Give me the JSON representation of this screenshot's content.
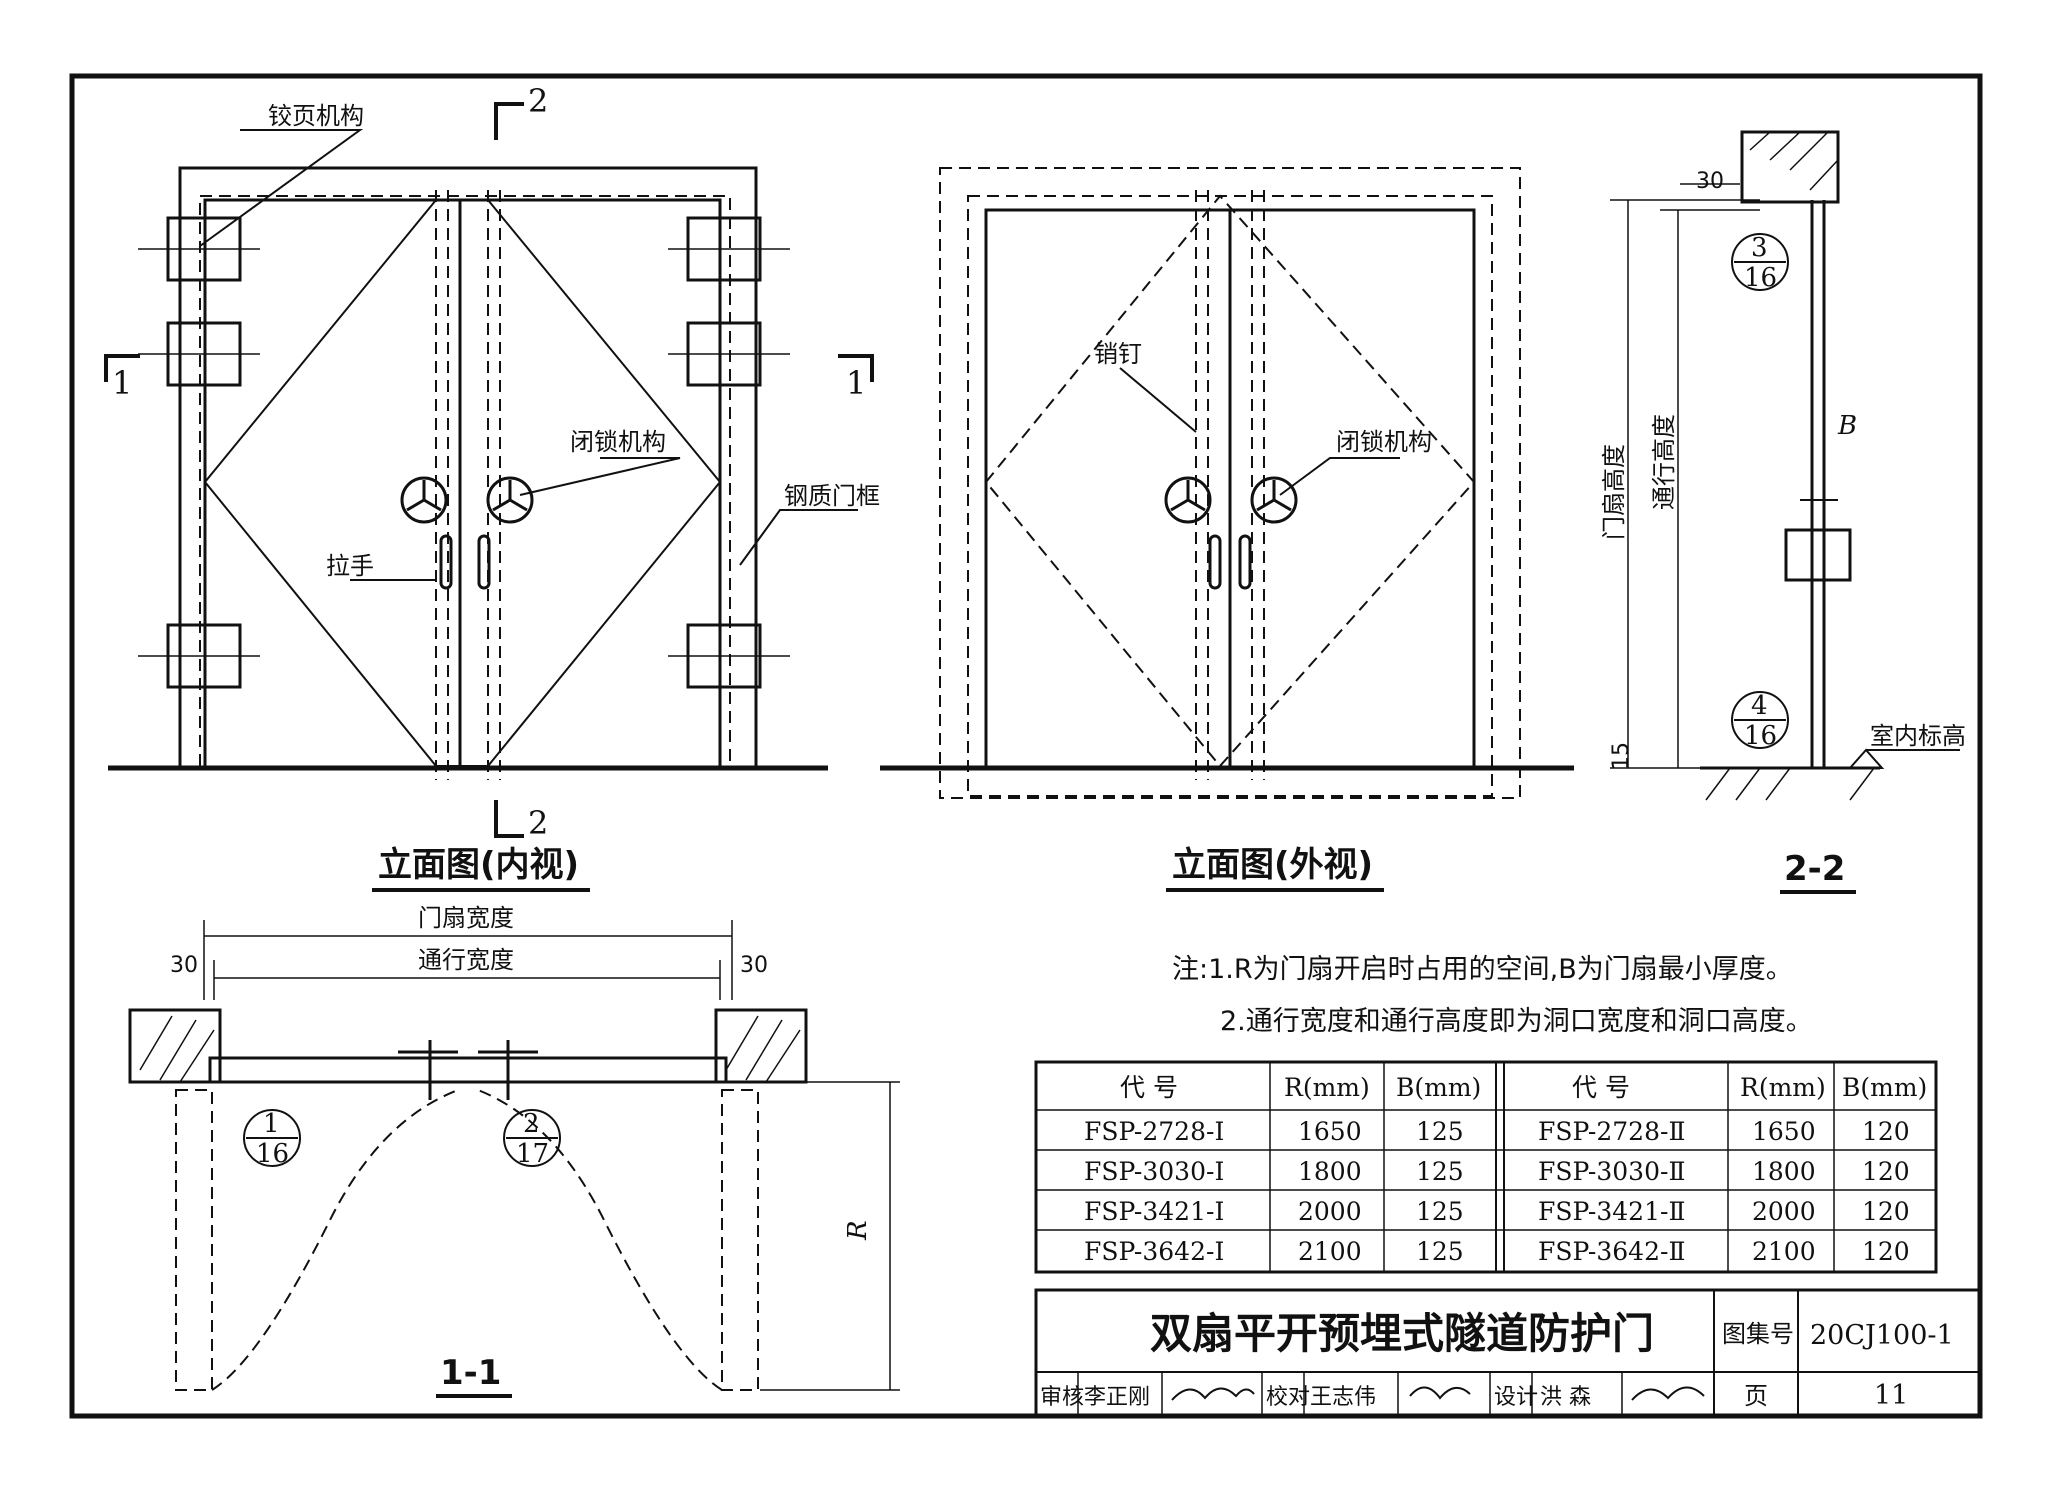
{
  "labels": {
    "hinge": "铰页机构",
    "lock_inner": "闭锁机构",
    "handle": "拉手",
    "frame": "钢质门框",
    "pin": "销钉",
    "lock_outer": "闭锁机构",
    "room_level": "室内标高",
    "leaf_height": "门扇高度",
    "pass_height": "通行高度",
    "leaf_width": "门扇宽度",
    "pass_width": "通行宽度",
    "dim_30_top": "30",
    "dim_15": "15",
    "dim_30_left": "30",
    "dim_30_right": "30",
    "B": "B",
    "R": "R"
  },
  "section_marks": {
    "s1_left": "1",
    "s1_right": "1",
    "s2_top": "2",
    "s2_bottom": "2"
  },
  "titles": {
    "inner": "立面图(内视)",
    "outer": "立面图(外视)",
    "sec22": "2-2",
    "sec11": "1-1"
  },
  "detail_refs": [
    {
      "top": "3",
      "bottom": "16"
    },
    {
      "top": "4",
      "bottom": "16"
    },
    {
      "top": "1",
      "bottom": "16"
    },
    {
      "top": "2",
      "bottom": "17"
    }
  ],
  "notes": {
    "line1": "注:1.R为门扇开启时占用的空间,B为门扇最小厚度。",
    "line2": "2.通行宽度和通行高度即为洞口宽度和洞口高度。"
  },
  "table": {
    "headers": [
      "代  号",
      "R(mm)",
      "B(mm)",
      "代  号",
      "R(mm)",
      "B(mm)"
    ],
    "rows": [
      [
        "FSP-2728-I",
        "1650",
        "125",
        "FSP-2728-Ⅱ",
        "1650",
        "120"
      ],
      [
        "FSP-3030-I",
        "1800",
        "125",
        "FSP-3030-Ⅱ",
        "1800",
        "120"
      ],
      [
        "FSP-3421-I",
        "2000",
        "125",
        "FSP-3421-Ⅱ",
        "2000",
        "120"
      ],
      [
        "FSP-3642-I",
        "2100",
        "125",
        "FSP-3642-Ⅱ",
        "2100",
        "120"
      ]
    ]
  },
  "titleblock": {
    "drawing_title": "双扇平开预埋式隧道防护门",
    "atlas_label": "图集号",
    "atlas_no": "20CJ100-1",
    "review_label": "审核",
    "reviewer": "李正刚",
    "check_label": "校对",
    "checker": "王志伟",
    "design_label": "设计",
    "designer": "洪  森",
    "page_label": "页",
    "page_no": "11"
  }
}
